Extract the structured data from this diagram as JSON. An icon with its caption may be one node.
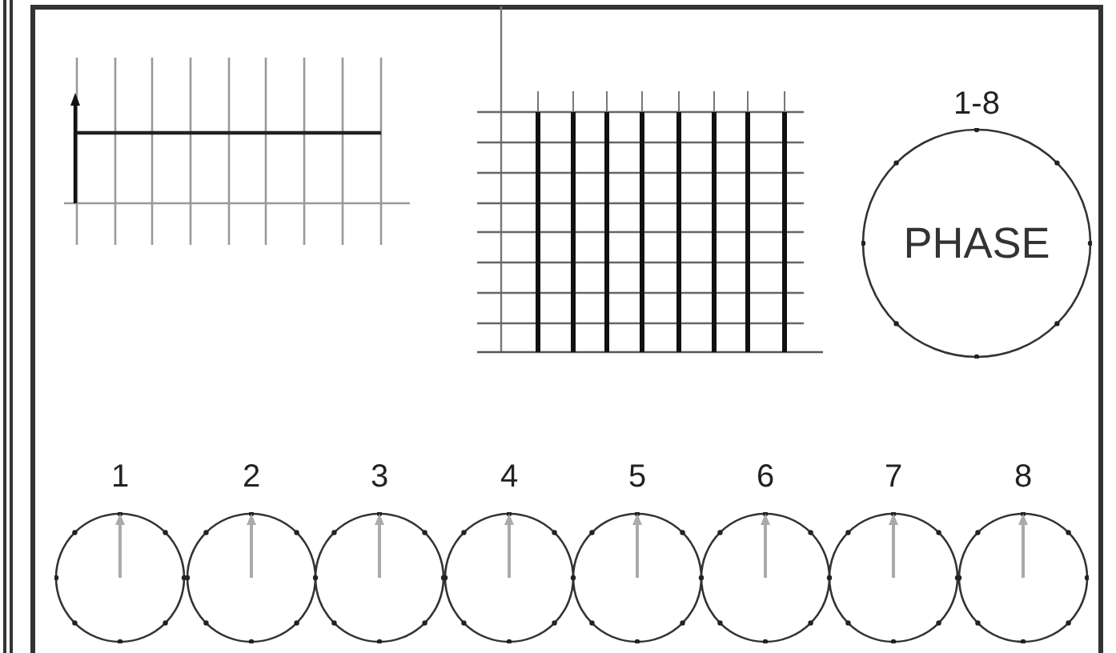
{
  "diagram": {
    "nodes": [
      {
        "text": [
          "PHASE"
        ],
        "beside": [
          "1-8"
        ]
      },
      {
        "text": [],
        "shape": "circle",
        "beside": [
          "1"
        ]
      },
      {
        "text": [],
        "shape": "circle",
        "beside": [
          "2"
        ]
      },
      {
        "text": [],
        "shape": "circle",
        "beside": [
          "3"
        ]
      },
      {
        "text": [],
        "shape": "circle",
        "beside": [
          "4"
        ]
      },
      {
        "text": [],
        "shape": "circle",
        "beside": [
          "5"
        ]
      },
      {
        "text": [],
        "shape": "circle",
        "beside": [
          "6"
        ]
      },
      {
        "text": [],
        "shape": "circle",
        "beside": [
          "7"
        ]
      },
      {
        "text": [],
        "shape": "circle",
        "beside": [
          "8"
        ]
      }
    ]
  }
}
